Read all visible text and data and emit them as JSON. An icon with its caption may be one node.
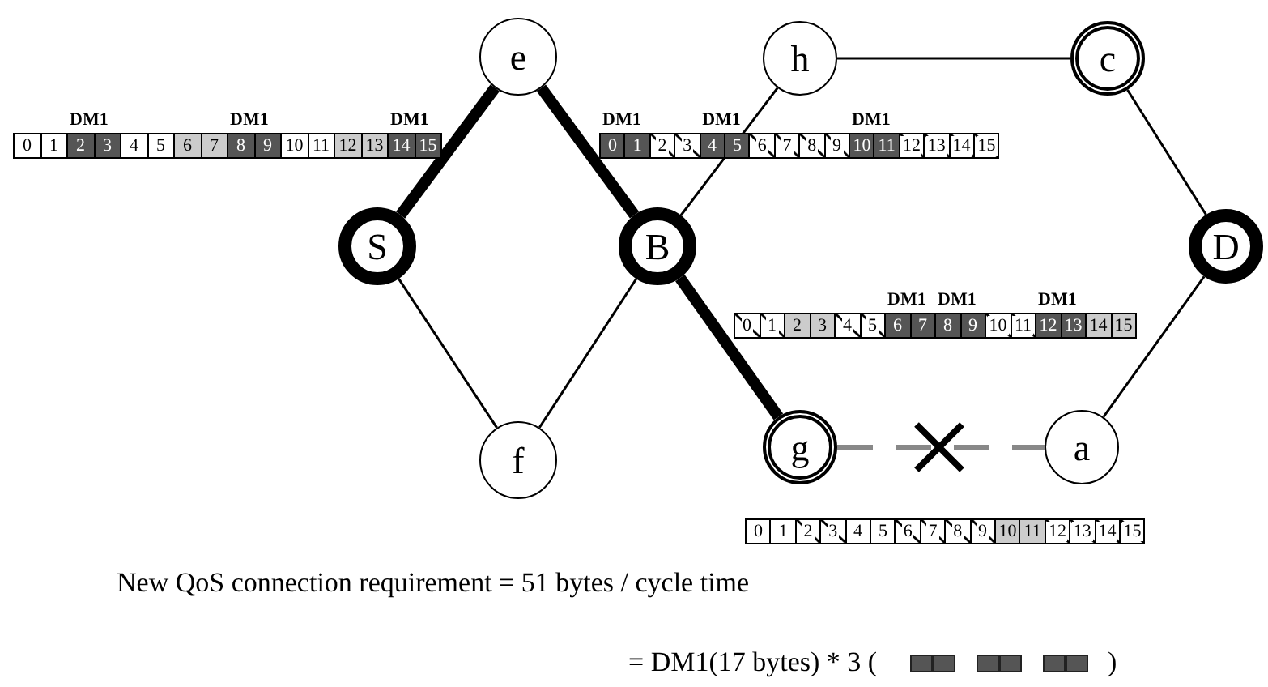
{
  "diagram": {
    "nodes": [
      {
        "text": [
          "e"
        ]
      },
      {
        "text": [
          "h"
        ]
      },
      {
        "text": [
          "c"
        ]
      },
      {
        "text": [
          "S"
        ]
      },
      {
        "text": [
          "B"
        ]
      },
      {
        "text": [
          "D"
        ]
      },
      {
        "text": [
          "f"
        ]
      },
      {
        "text": [
          "g"
        ]
      },
      {
        "text": [
          "a"
        ]
      }
    ],
    "edges": [
      {
        "from": 3,
        "to": 0,
        "arrow": "none",
        "style": "thick"
      },
      {
        "from": 3,
        "to": 6,
        "arrow": "none"
      },
      {
        "from": 0,
        "to": 4,
        "arrow": "none",
        "style": "thick"
      },
      {
        "from": 6,
        "to": 4,
        "arrow": "none"
      },
      {
        "from": 4,
        "to": 1,
        "arrow": "none"
      },
      {
        "from": 4,
        "to": 7,
        "arrow": "none",
        "style": "thick"
      },
      {
        "from": 1,
        "to": 2,
        "arrow": "none"
      },
      {
        "from": 2,
        "to": 5,
        "arrow": "none"
      },
      {
        "from": 5,
        "to": 8,
        "arrow": "none"
      },
      {
        "from": 7,
        "to": 8,
        "arrow": "none",
        "style": "dashed",
        "color": "#888888"
      }
    ],
    "labels": [
      "DM1",
      "DM1",
      "DM1",
      "0",
      "1",
      "2",
      "3",
      "4",
      "5",
      "6",
      "7",
      "8",
      "9",
      "10",
      "11",
      "12",
      "13",
      "14",
      "15",
      "DM1",
      "DM1",
      "DM1",
      "0",
      "1",
      "2",
      "3",
      "4",
      "5",
      "6",
      "7",
      "8",
      "9",
      "10",
      "11",
      "12",
      "13",
      "14",
      "15",
      "DM1",
      "DM1",
      "DM1",
      "0",
      "1",
      "2",
      "3",
      "4",
      "5",
      "6",
      "7",
      "8",
      "9",
      "10",
      "11",
      "12",
      "13",
      "14",
      "15",
      "0",
      "1",
      "2",
      "3",
      "4",
      "5",
      "6",
      "7",
      "8",
      "9",
      "10",
      "11",
      "12",
      "13",
      "14",
      "15",
      "New QoS connection requirement = 51 bytes / cycle time",
      "= DM1(17 bytes) * 3 (",
      ")"
    ]
  }
}
